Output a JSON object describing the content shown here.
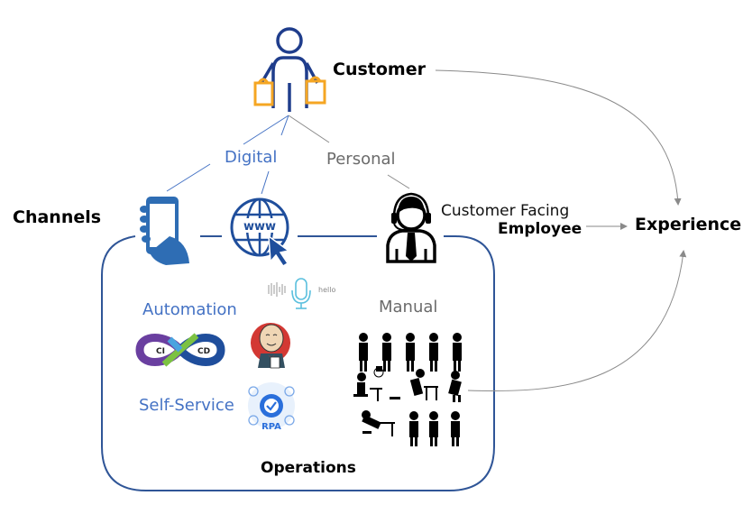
{
  "diagram": {
    "nodes": {
      "customer": {
        "label": "Customer"
      },
      "channels": {
        "label": "Channels"
      },
      "digital": {
        "label": "Digital"
      },
      "personal": {
        "label": "Personal"
      },
      "employee": {
        "label_line1": "Customer Facing",
        "label_line2": "Employee"
      },
      "experience": {
        "label": "Experience"
      },
      "automation": {
        "label": "Automation"
      },
      "self_service": {
        "label": "Self-Service"
      },
      "manual": {
        "label": "Manual"
      },
      "operations": {
        "label": "Operations"
      }
    },
    "icons": {
      "voice_assistant_text": "hello",
      "cicd_left": "CI",
      "cicd_right": "CD",
      "rpa_text": "RPA",
      "www_text": "www"
    },
    "colors": {
      "brand_blue": "#2f5597",
      "text_blue": "#4472c4",
      "icon_blue": "#1f4e9c",
      "phone_blue": "#2e6db4",
      "bag_orange": "#f5a623",
      "connector_gray": "#8a8a8a",
      "operations_border": "#2f5597"
    }
  }
}
